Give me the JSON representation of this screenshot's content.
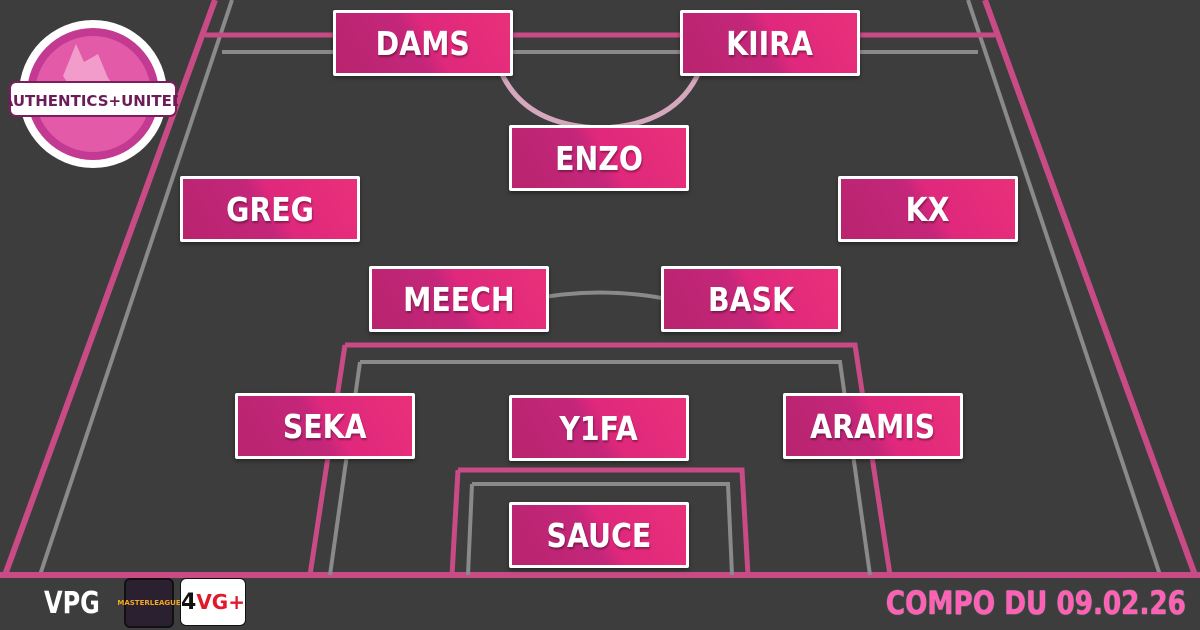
{
  "team_logo": {
    "text": "AUTHENTICS+UNITED"
  },
  "players": [
    {
      "name": "DAMS"
    },
    {
      "name": "KIIRA"
    },
    {
      "name": "ENZO"
    },
    {
      "name": "GREG"
    },
    {
      "name": "KX"
    },
    {
      "name": "MEECH"
    },
    {
      "name": "BASK"
    },
    {
      "name": "SEKA"
    },
    {
      "name": "Y1FA"
    },
    {
      "name": "ARAMIS"
    },
    {
      "name": "SAUCE"
    }
  ],
  "footer": {
    "left_label": "VPG",
    "right_label": "COMPO DU 09.02.26",
    "badge_ml_text": "MASTERLEAGUE",
    "badge_v_text": "4",
    "badge_v_text2": "VG+"
  },
  "colors": {
    "background": "#3d3d3d",
    "card": "#d02878",
    "accent": "#ff5fb4"
  }
}
